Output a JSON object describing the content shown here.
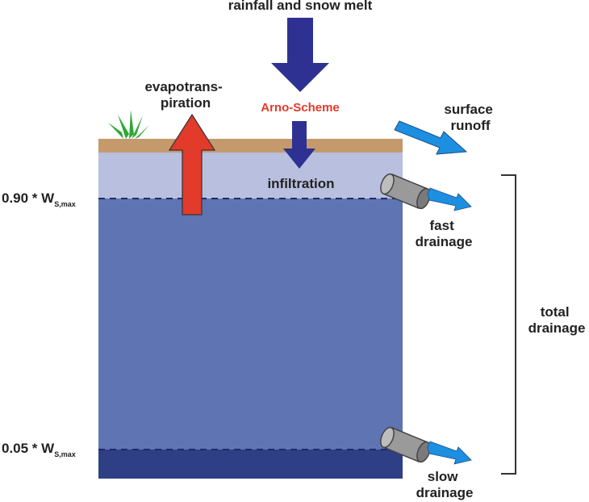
{
  "labels": {
    "rainfall": "rainfall and snow melt",
    "evap_line1": "evapotrans-",
    "evap_line2": "piration",
    "scheme": "Arno-Scheme",
    "surface_line1": "surface",
    "surface_line2": "runoff",
    "infiltration": "infiltration",
    "fast_line1": "fast",
    "fast_line2": "drainage",
    "slow_line1": "slow",
    "slow_line2": "drainage",
    "total_line1": "total",
    "total_line2": "drainage",
    "upper_level_prefix": "0.90 * W",
    "upper_level_sub": "S,max",
    "lower_level_prefix": "0.05 * W",
    "lower_level_sub": "S,max"
  },
  "colors": {
    "soil_surface": "#c49a6c",
    "upper_zone": "#b9bfdf",
    "main_zone": "#5f74b3",
    "bottom_zone": "#2f3f86",
    "dashed_line": "#1f2a66",
    "rain_arrow": "#2e3192",
    "evap_arrow": "#e23a2b",
    "runoff_arrow": "#1c8fe0",
    "scheme_text": "#e23a2b",
    "pipe": "#9a9a9a",
    "grass": "#2ea836"
  },
  "icons": [
    "grass-icon",
    "drainage-pipe-icon"
  ]
}
